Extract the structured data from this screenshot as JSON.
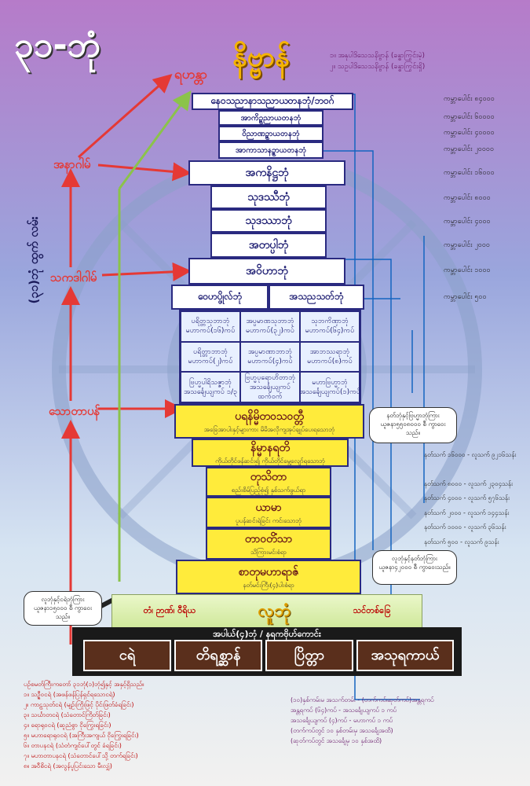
{
  "title_left": "၃၁-ဘုံ",
  "nibbana": "နိဗ္ဗာန်",
  "nibbana_notes": [
    "၁။ အနုပါဒိသေသနိဗ္ဗာန် (ခန္ဓာကြွင်းမဲ့)",
    "၂။ သဥပါဒိသေသနိဗ္ဗာန် (ခန္ဓာကြွင်းရှိ)"
  ],
  "arahat": "ရဟန္တာ",
  "path_anagami": "အနာဂါမ်",
  "path_sakadagami": "သကဒါဂါမ်",
  "path_sotapan": "သောတာပန်",
  "side_vertical": "(၃၁)ဘုံ ထွက် လမ်း",
  "arupa": [
    "နေဝသညာနာသညာယတနဘုံ/ဘဝဂ်",
    "အာကိဉ္စညာယတနဘုံ",
    "ဝိညာဏဉ္စာယတနဘုံ",
    "အာကာသာနဉ္စာယတနဘုံ"
  ],
  "rupa_top": [
    "အကနိဋ္ဌဘုံ",
    "သုဒဿီဘုံ",
    "သုဒဿာဘုံ",
    "အတပ္ပါဘုံ",
    "အဝိဟာဘုံ"
  ],
  "rupa_mid": [
    "ဝေဟပ္ဖိုလ်ဘုံ",
    "အသညသတ်ဘုံ"
  ],
  "rupa_grid": [
    [
      "ပရိတ္တသုဘာဘုံ",
      "မဟာကပ်(၁၆)ကပ်"
    ],
    [
      "အပ္ပမာဏသုဘာဘုံ",
      "မဟာကပ်(၃၂)ကပ်"
    ],
    [
      "သုဘကိဏှာဘုံ",
      "မဟာကပ်(၆၄)ကပ်"
    ],
    [
      "ပရိတ္တာဘာဘုံ",
      "မဟာကပ်(၂)ကပ်"
    ],
    [
      "အပ္ပမာဏာဘာဘုံ",
      "မဟာကပ်(၄)ကပ်"
    ],
    [
      "အာဘဿရာဘုံ",
      "မဟာကပ်(၈)ကပ်"
    ],
    [
      "ဗြဟ္မပါရိသဇ္ဇာဘုံ",
      "အသင်္ချေယျကပ် ၁/၃"
    ],
    [
      "ဗြဟ္မပုရောဟိတာဘုံ",
      "အသင်္ချေယျကပ် ထက်ဝက်"
    ],
    [
      "မဟာဗြဟ္မာဘုံ",
      "အသင်္ချေယျကပ်(၁)ကပ်"
    ]
  ],
  "deva": [
    [
      "ပရနိမ္မိတဝသဝတ္တီ",
      "အခြေအာပါးနှင့်များကား မိမိအလိုကျအုပ်ချုပ်ပေးရသောဘုံ"
    ],
    [
      "နိမ္မာနရတိ",
      "ကိုယ်တိုင်ဖန်ဆင်း၍ ကိုယ်တိုင်မွေ့လျော်ရသောဘုံ"
    ],
    [
      "တုသိတာ",
      "စည်းစိမ်ပြည့်စုံ၍ နှစ်သက်ဖွယ်ရာ"
    ],
    [
      "ယာမာ",
      "ပူပန်ဆင်းရဲခြင်း ကင်းသောဘုံ"
    ],
    [
      "တာဝတိံသာ",
      "သိကြားမင်းစံရာ"
    ],
    [
      "စာတုမဟာရာဇ်",
      "နတ်မင်းကြီး(၄)ပါးစံရာ"
    ]
  ],
  "human_line": [
    "တံ၊ ဉာဏ်၊ ဝီရိယ",
    "လူဘုံ",
    "သင်တစ်ခြေ"
  ],
  "lower_caption": "အပါယ်(၄)ဘုံ / နရကဗိုဟ်ကောင်း",
  "lower": [
    "ငရဲ",
    "တိရစ္ဆာန်",
    "ပြိတ္တာ",
    "အသုရကာယ်"
  ],
  "right_kaps": [
    "ကမ္ဘာပေါင်း ၈၄၀၀၀",
    "ကမ္ဘာပေါင်း ၆၀၀၀၀",
    "ကမ္ဘာပေါင်း ၄၀၀၀၀",
    "ကမ္ဘာပေါင်း ၂၀၀၀၀",
    "ကမ္ဘာပေါင်း ၁၆၀၀၀",
    "ကမ္ဘာပေါင်း ၈၀၀၀",
    "ကမ္ဘာပေါင်း ၄၀၀၀",
    "ကမ္ဘာပေါင်း ၂၀၀၀",
    "ကမ္ဘာပေါင်း ၁၀၀၀",
    "ကမ္ဘာပေါင်း ၅၀၀"
  ],
  "right_deva_years": [
    "နတ်သက် ၁၆၀၀၀ - လူသက် ၉၂၁၆သန်း",
    "နတ်သက် ၈၀၀၀ - လူသက် ၂၃၀၄သန်း",
    "နတ်သက် ၄၀၀၀ - လူသက် ၅၇၆သန်း",
    "နတ်သက် ၂၀၀၀ - လူသက် ၁၄၄သန်း",
    "နတ်သက် ၁၀၀၀ - လူသက် ၃၆သန်း",
    "နတ်သက် ၅၀၀ - လူသက် ၉သန်း"
  ],
  "bubbles": [
    "နတ်ဘုံနှင့်ဗြဟ္မာဘုံကြား ယူဇနာ၅၅၀၈၀၀၀ စီ ကွာဝေးသည်။",
    "လူဘုံနှင့်နတ်ဘုံကြား ယူဇနာ၄၂၀၀၀ စီ ကွာဝေးသည်။",
    "လူဘုံနှင့်ငရဲဘုံကြား ယူဇနာ၁၅၀၀၀ စီ ကွာဝေးသည်။"
  ],
  "bottom_left_notes": [
    "ပဉ်စမတ်ကြီးကတော် ၃၁ဘုံ(၁)ဘုံ၍နှင့် အနှင့်ရှိသည်။",
    "၁။ သဉ္ဇီဝငရဲ (အဖန်ဖန်ပြန်ရှင်ရသောငရဲ)",
    "၂။ ကာဠသုတ်ငရဲ (မျဉ်းကြိုးဖြင့် ပိုင်းဖြတ်ခံရခြင်း)",
    "၃။ သင်္ဃာတငရဲ (သံတောင်ကြိတ်ခြင်း)",
    "၄။ ရောရုဝငရဲ (ဆူညံစွာ ငိုကြွေးရခြင်း)",
    "၅။ မဟာရောရုဝငရဲ (အကြီးအကျယ် ငိုကြွေးရခြင်း)",
    "၆။ တာပနငရဲ (သံတံကျင်ပေါ်တွင် ခံရခြင်း)",
    "၇။ မဟာတာပနငရဲ (သံတောင်ပေါ်သို့ တက်ရခြင်း)",
    "၈။ အဝီစိငရဲ (အလွန်ပူပြင်းသော မီးလျှံ)"
  ],
  "bottom_right_notes": [
    "(၁၀)နှစ်ကမ်းမ အသက်တမ်း - (တက်ကပ်၊ဆုတ်ကပ်)အန္တရကပ်",
    "အန္တရကပ် (၆၄)ကပ် - အသင်္ချေယျကပ် ၁ ကပ်",
    "အသင်္ချေယျကပ် (၄)ကပ် - မဟာကပ် ၁ ကပ်",
    "(တက်ကပ်တွင် ၁၀ နှစ်တမ်းမှ အသင်္ချေအထိ)",
    "(ဆုတ်ကပ်တွင် အသင်္ချေမှ ၁၀ နှစ်အထိ)"
  ],
  "colors": {
    "green": "#8bc34a",
    "red": "#e53935",
    "blue": "#1565c0"
  }
}
